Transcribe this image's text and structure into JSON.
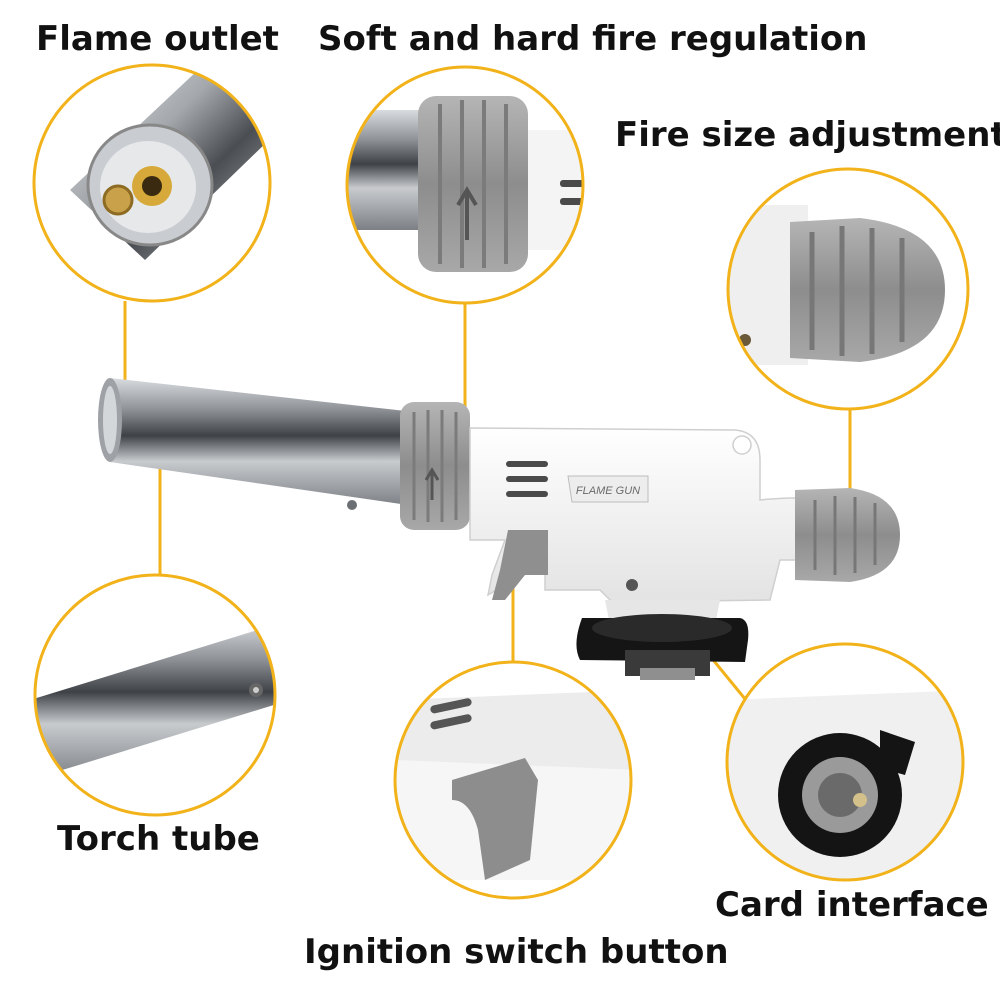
{
  "labels": {
    "flame_outlet": "Flame outlet",
    "fire_regulation": "Soft and hard fire regulation",
    "fire_size": "Fire size adjustment",
    "torch_tube": "Torch tube",
    "card_interface": "Card interface",
    "ignition_button": "Ignition switch button"
  },
  "product_mark": "FLAME GUN",
  "colors": {
    "callout_line": "#f2b21a",
    "label_text": "#111111",
    "body_white": "#f4f4f4",
    "knob_gray": "#9a9a9a",
    "steel": "#b9bcc0",
    "base_black": "#1a1a1a"
  }
}
